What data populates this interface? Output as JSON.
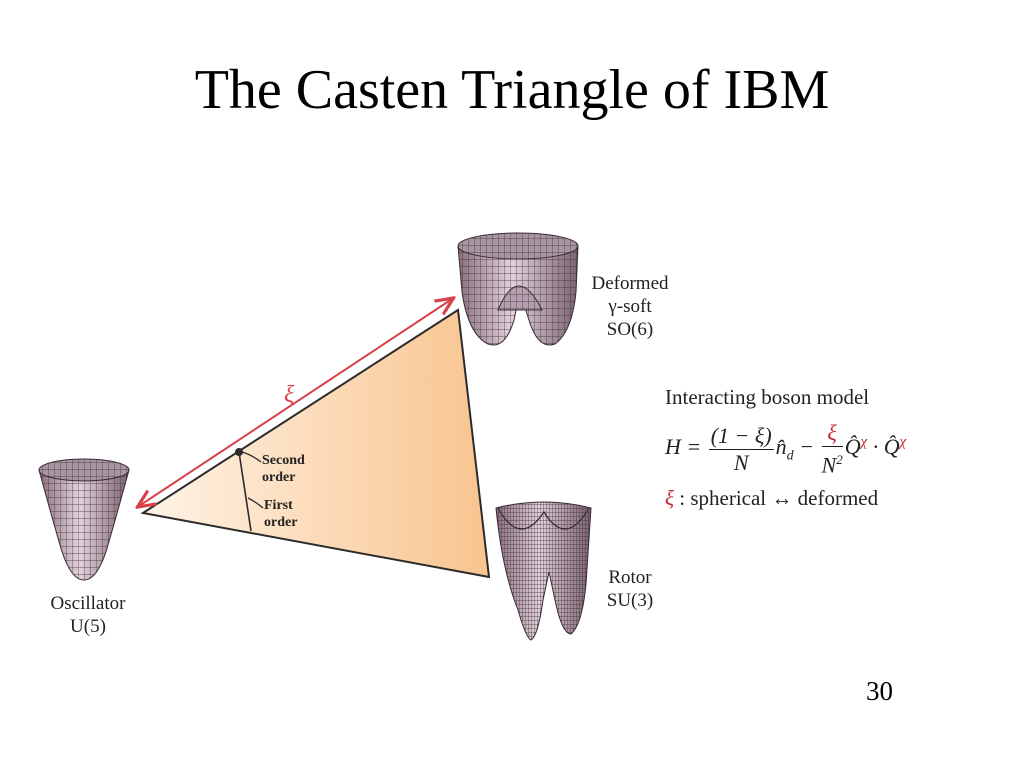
{
  "title": "The Casten Triangle of IBM",
  "triangle": {
    "xi_symbol": "ξ",
    "second_order_line1": "Second",
    "second_order_line2": "order",
    "first_order_line1": "First",
    "first_order_line2": "order"
  },
  "vertices": {
    "u5_line1": "Oscillator",
    "u5_line2": "U(5)",
    "so6_line1": "Deformed",
    "so6_line2": "γ-soft",
    "so6_line3": "SO(6)",
    "su3_line1": "Rotor",
    "su3_line2": "SU(3)"
  },
  "ibm": {
    "heading": "Interacting boson model",
    "eq_lhs": "H = ",
    "eq_num": "(1 − ξ)",
    "eq_den": "N",
    "eq_nd": "n̂",
    "eq_nd_sub": "d",
    "eq_minus": " − ",
    "eq_num2": "ξ",
    "eq_den2": "N",
    "eq_den2_sup": "2",
    "eq_q": "Q̂",
    "eq_chi": "χ",
    "eq_dot": " · ",
    "eq_q2": "Q̂",
    "eq_chi2": "χ",
    "xi": "ξ",
    "xi_desc": " :  spherical ↔ deformed"
  },
  "page_number": "30",
  "colors": {
    "triangle_light": "#fff3e6",
    "triangle_dark": "#f8c48f",
    "arrow": "#d8414a",
    "xi_red": "#c0262b",
    "surface": "#ccb6c2"
  }
}
